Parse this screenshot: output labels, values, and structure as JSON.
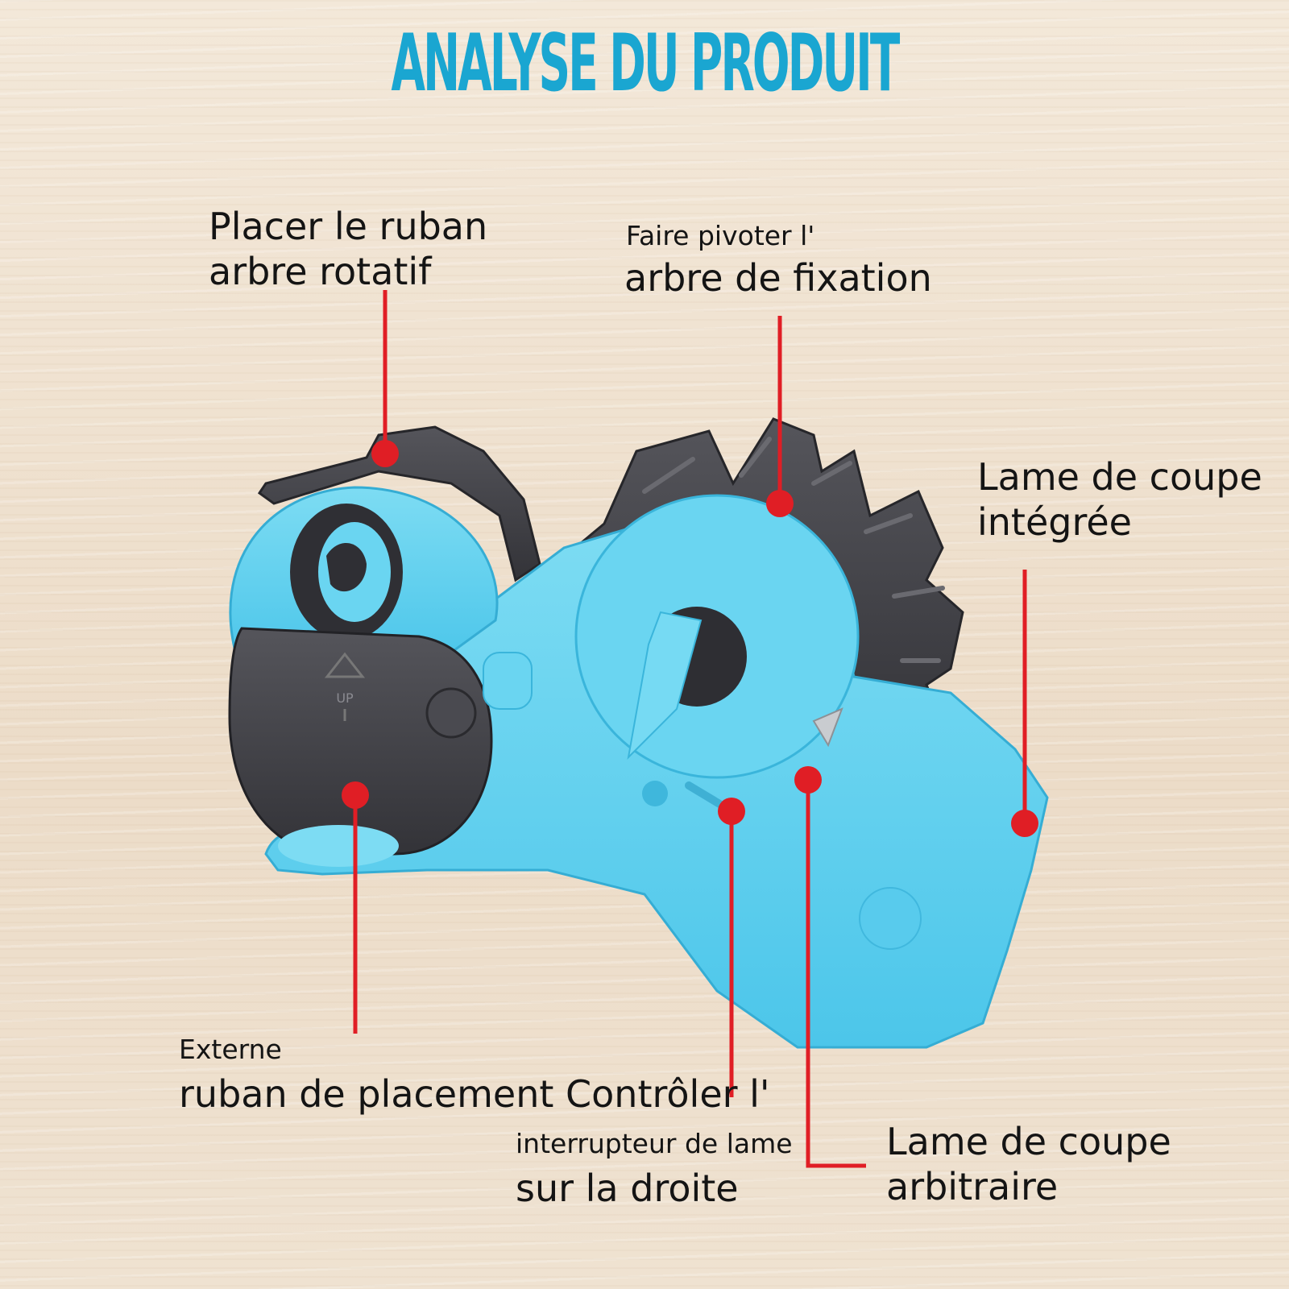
{
  "title": "ANALYSE DU PRODUIT",
  "labels": {
    "placer": {
      "line1": "Placer le ruban",
      "line2": "arbre rotatif"
    },
    "pivoter": {
      "line1": "Faire pivoter l'",
      "line2": "arbre de fixation"
    },
    "lame_integree": {
      "line1": "Lame de coupe",
      "line2": "intégrée"
    },
    "externe": {
      "line1": "Externe",
      "line2": "ruban de placement Contrôler l'"
    },
    "interrupteur": {
      "line1": "interrupteur de lame",
      "line2": "sur la droite"
    },
    "lame_arbitraire": {
      "line1": "Lame de coupe",
      "line2": "arbitraire"
    }
  },
  "product_mark": "UP",
  "colors": {
    "title": "#1aa6d1",
    "product_blue": "#5ed0ee",
    "product_dark": "#3f3f44",
    "leader": "#e01e25",
    "text": "#141414"
  }
}
